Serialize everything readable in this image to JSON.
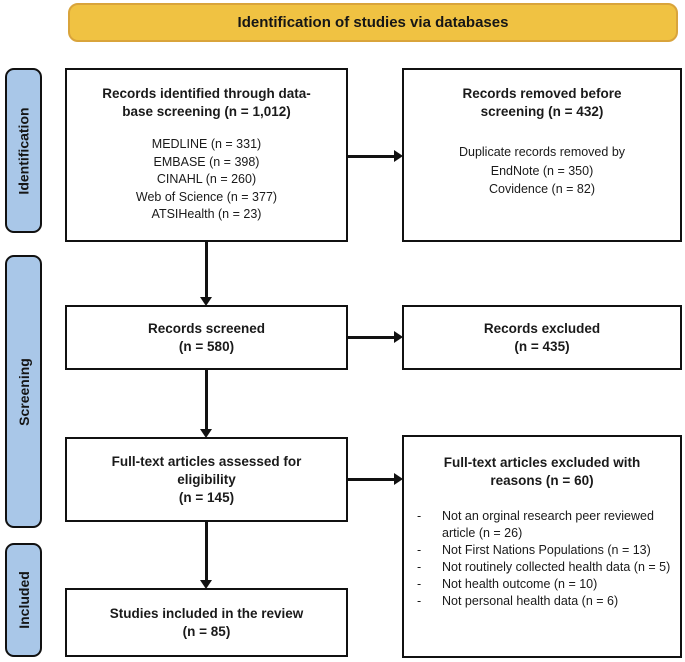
{
  "banner": {
    "title": "Identification of studies via databases"
  },
  "stages": [
    {
      "label": "Identification"
    },
    {
      "label": "Screening"
    },
    {
      "label": "Included"
    }
  ],
  "boxes": {
    "records_identified": {
      "title_lines": [
        "Records identified through data-",
        "base screening (n = 1,012)"
      ],
      "items": [
        "MEDLINE (n = 331)",
        "EMBASE (n = 398)",
        "CINAHL (n = 260)",
        "Web of Science (n = 377)",
        "ATSIHealth (n = 23)"
      ]
    },
    "records_removed": {
      "title_lines": [
        "Records removed before",
        "screening (n = 432)"
      ],
      "items": [
        "Duplicate records removed by",
        "EndNote (n = 350)",
        "Covidence (n = 82)"
      ]
    },
    "records_screened": {
      "title_lines": [
        "Records screened",
        "(n = 580)"
      ]
    },
    "records_excluded": {
      "title_lines": [
        "Records excluded",
        "(n = 435)"
      ]
    },
    "fulltext_assessed": {
      "title_lines": [
        "Full-text articles assessed for",
        "eligibility",
        "(n = 145)"
      ]
    },
    "fulltext_excluded": {
      "title_lines": [
        "Full-text articles excluded with",
        "reasons (n = 60)"
      ],
      "bullet": "-",
      "reasons": [
        "Not an orginal research peer reviewed article (n = 26)",
        "Not First Nations Populations (n = 13)",
        "Not routinely collected health data (n = 5)",
        "Not health outcome (n = 10)",
        "Not personal health data (n = 6)"
      ]
    },
    "studies_included": {
      "title_lines": [
        "Studies included in the review",
        "(n = 85)"
      ]
    }
  },
  "colors": {
    "banner_fill": "#F0C242",
    "banner_border": "#D9A43B",
    "stage_fill": "#A9C7E8",
    "box_border": "#111111",
    "arrow": "#111111"
  }
}
